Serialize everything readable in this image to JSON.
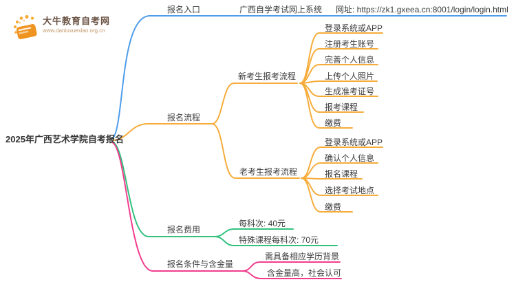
{
  "logo": {
    "title": "大牛教育自考网",
    "url": "www.daniuxuexiao.org.cn"
  },
  "root_label": "2025年广西艺术学院自考报名",
  "colors": {
    "entry": "#4f9dea",
    "process": "#f6ac3b",
    "fee": "#33c17e",
    "condition": "#f13c8e",
    "text": "#3c3c3c"
  },
  "entry": {
    "label": "报名入口",
    "system": "广西自学考试网上系统",
    "url_label": "网址: https://zk1.gxeea.cn:8001/login/login.html"
  },
  "process": {
    "label": "报名流程",
    "new_examinee": {
      "label": "新考生报考流程",
      "steps": [
        "登录系统或APP",
        "注册考生账号",
        "完善个人信息",
        "上传个人照片",
        "生成准考证号",
        "报考课程",
        "缴费"
      ]
    },
    "old_examinee": {
      "label": "老考生报考流程",
      "steps": [
        "登录系统或APP",
        "确认个人信息",
        "报名课程",
        "选择考试地点",
        "缴费"
      ]
    }
  },
  "fee": {
    "label": "报名费用",
    "items": [
      "每科次: 40元",
      "特殊课程每科次: 70元"
    ]
  },
  "condition": {
    "label": "报名条件与含金量",
    "items": [
      "需具备相应学历背景",
      "含金量高，社会认可"
    ]
  }
}
